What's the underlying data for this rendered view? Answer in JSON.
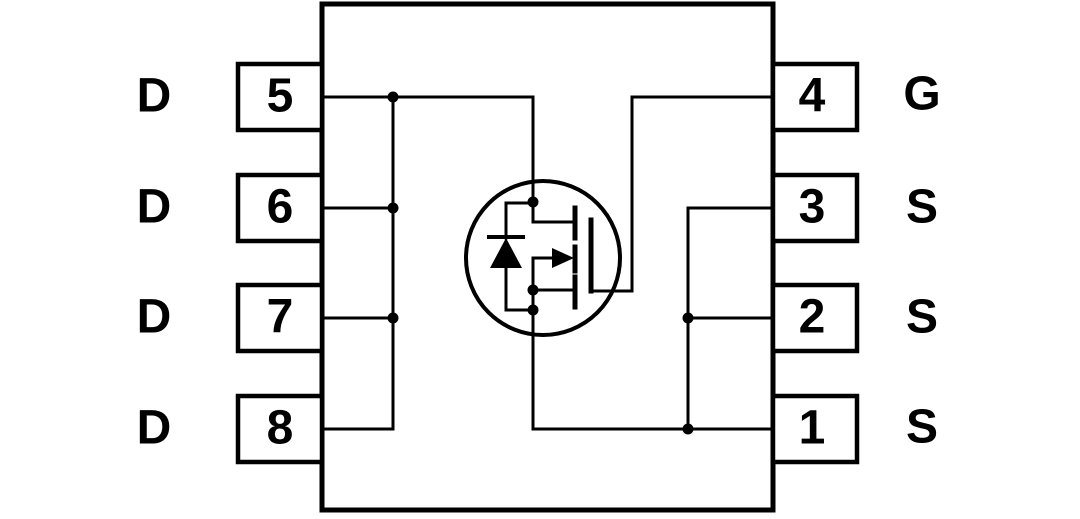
{
  "diagram": {
    "kind": "8-pin package pinout with power MOSFET symbol",
    "background_color": "#ffffff",
    "line_color": "#000000"
  },
  "package": {
    "pins_left": [
      {
        "number": "5",
        "function": "D"
      },
      {
        "number": "6",
        "function": "D"
      },
      {
        "number": "7",
        "function": "D"
      },
      {
        "number": "8",
        "function": "D"
      }
    ],
    "pins_right": [
      {
        "number": "4",
        "function": "G"
      },
      {
        "number": "3",
        "function": "S"
      },
      {
        "number": "2",
        "function": "S"
      },
      {
        "number": "1",
        "function": "S"
      }
    ]
  },
  "symbol": {
    "name": "n-channel-mosfet-with-body-diode-icon"
  }
}
